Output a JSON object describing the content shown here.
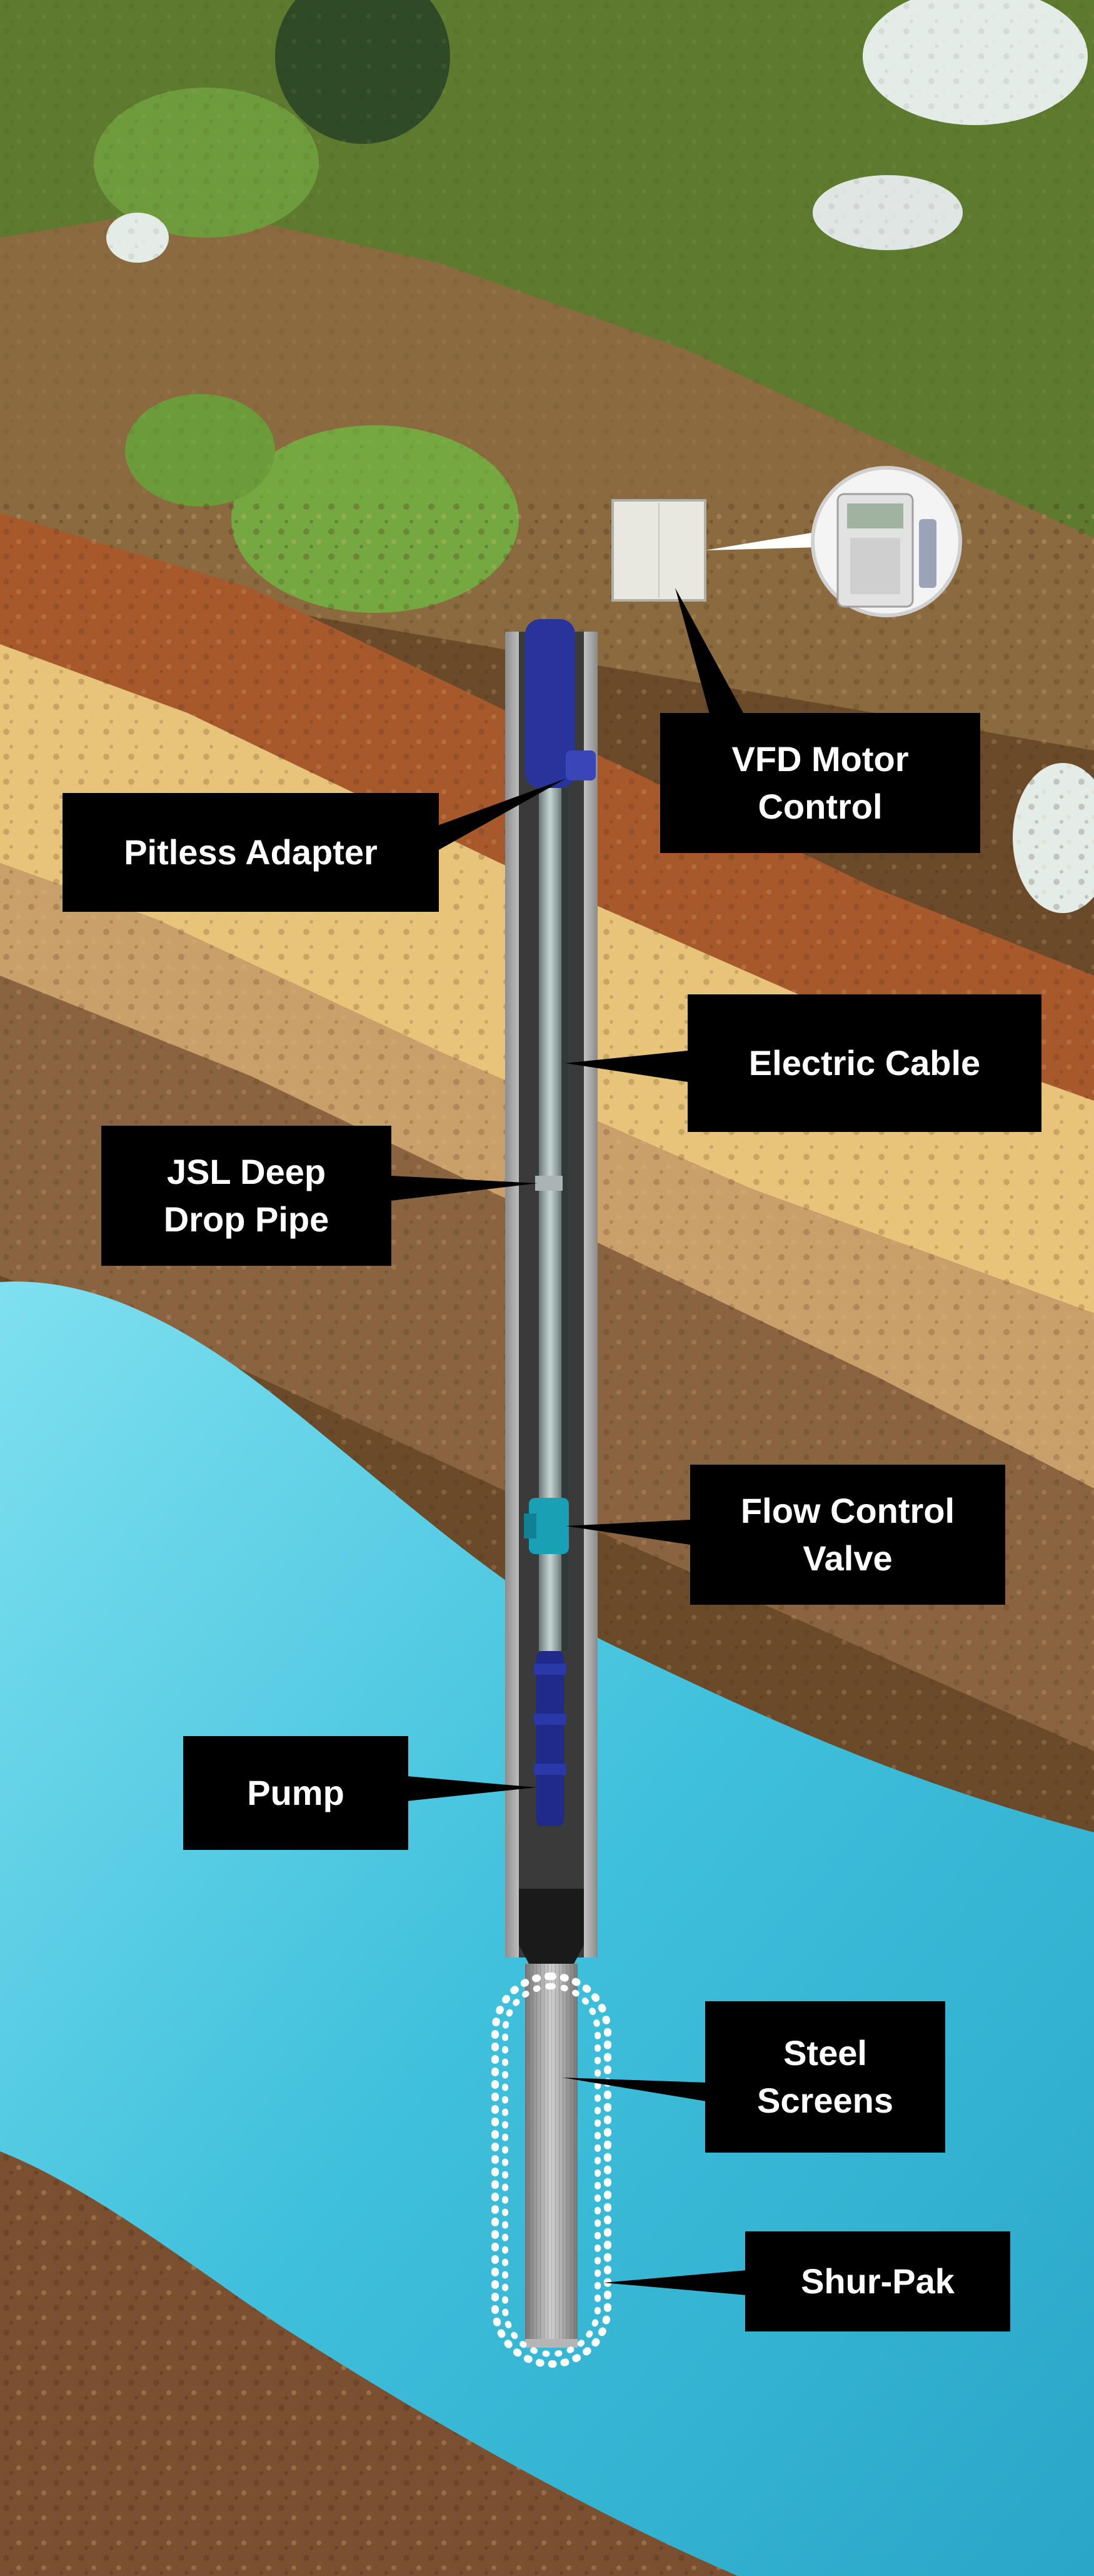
{
  "labels": {
    "vfd_motor_control": [
      "VFD Motor",
      "Control"
    ],
    "pitless_adapter": [
      "Pitless Adapter"
    ],
    "electric_cable": [
      "Electric Cable"
    ],
    "jsl_deep_drop_pipe": [
      "JSL Deep",
      "Drop Pipe"
    ],
    "flow_control_valve": [
      "Flow Control",
      "Valve"
    ],
    "pump": [
      "Pump"
    ],
    "steel_screens": [
      "Steel",
      "Screens"
    ],
    "shur_pak": [
      "Shur-Pak"
    ]
  },
  "colors": {
    "label_bg": "#000000",
    "label_text": "#ffffff",
    "water": "#4cc4de",
    "pump_blue": "#1f2a8a",
    "valve_teal": "#1aa0b5",
    "grass": "#6f9a3a"
  },
  "icons": [
    "control-panel-icon",
    "vfd-controller-icon"
  ]
}
